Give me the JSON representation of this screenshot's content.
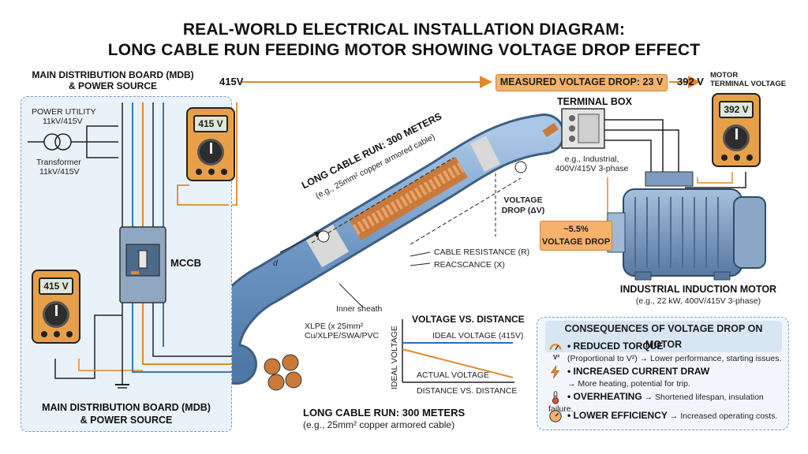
{
  "title": {
    "line1": "REAL-WORLD ELECTRICAL INSTALLATION DIAGRAM:",
    "line2": "LONG CABLE RUN FEEDING MOTOR SHOWING VOLTAGE DROP EFFECT"
  },
  "mdb": {
    "top_label_1": "MAIN DISTRIBUTION BOARD (MDB)",
    "top_label_2": "& POWER SOURCE",
    "bottom_label_1": "MAIN DISTRIBUTION BOARD (MDB)",
    "bottom_label_2": "& POWER SOURCE",
    "utility_1": "POWER UTILITY",
    "utility_2": "11kV/415V",
    "transformer_1": "Transformer",
    "transformer_2": "11kV/415V",
    "mccb": "MCCB",
    "meter_top": "415 V",
    "meter_bottom": "415 V"
  },
  "voltage_line": {
    "source": "415V",
    "measured_drop": "MEASURED VOLTAGE DROP: 23 V",
    "motor_voltage": "392 V",
    "motor_terminal_1": "MOTOR",
    "motor_terminal_2": "TERMINAL VOLTAGE"
  },
  "terminal_box": {
    "title": "TERMINAL BOX",
    "desc_1": "e.g., Industrial,",
    "desc_2": "400V/415V 3-phase",
    "meter": "392 V"
  },
  "cable": {
    "run_title": "LONG CABLE RUN: 300 METERS",
    "run_sub": "(e.g., 25mm² copper armored cable)",
    "bottom_title": "LONG CABLE RUN: 300 METERS",
    "bottom_sub": "(e.g., 25mm² copper armored cable)",
    "resistance": "CABLE RESISTANCE (R)",
    "reactance": "REACSCANCE (X)",
    "inner_sheath": "Inner sheath",
    "xlpe_1": "XLPE (x 25mm²",
    "xlpe_2": "Cu/XLPE/SWA/PVC",
    "d_label": "d",
    "vdrop_1": "VOLTAGE",
    "vdrop_2": "DROP (ΔV)"
  },
  "drop_callout": {
    "line1": "~5.5%",
    "line2": "VOLTAGE DROP"
  },
  "motor": {
    "title": "INDUSTRIAL INDUCTION MOTOR",
    "sub": "(e.g., 22 kW, 400V/415V 3-phase)"
  },
  "mini_chart": {
    "title": "VOLTAGE VS. DISTANCE",
    "ideal": "IDEAL VOLTAGE (415V)",
    "actual": "ACTUAL VOLTAGE",
    "ylabel": "IDEAL VOLTAGE",
    "xlabel": "DISTANCE VS. DISTANCE",
    "ideal_color": "#2d6fb0",
    "actual_color": "#e08a2b"
  },
  "consequences": {
    "title": "CONSEQUENCES OF VOLTAGE DROP ON MOTOR",
    "items": [
      {
        "head": "• REDUCED TORQUE",
        "text": "(Proportional to V²) → Lower performance, starting issues.",
        "icon": "torque-gauge-icon"
      },
      {
        "head": "• INCREASED CURRENT DRAW",
        "text": "→ More heating, potential for trip.",
        "icon": "lightning-icon"
      },
      {
        "head": "• OVERHEATING",
        "text": "→ Shortened lifespan, insulation failure.",
        "icon": "thermometer-icon"
      },
      {
        "head": "• LOWER EFFICIENCY",
        "text": "→ Increased operating costs.",
        "icon": "efficiency-gauge-icon"
      }
    ],
    "icon_v2": "V²"
  },
  "colors": {
    "orange": "#e08a2b",
    "blue": "#2d6fb0",
    "cable": "#7fa6cf",
    "panel": "#e9f1f9"
  }
}
